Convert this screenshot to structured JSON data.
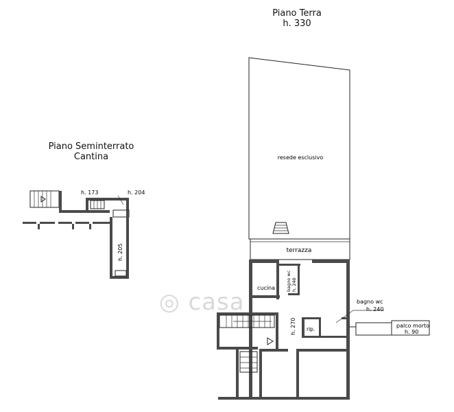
{
  "ground_floor": {
    "title": "Piano Terra",
    "height": "h. 330",
    "rooms": {
      "garden": "resede esclusivo",
      "terrace": "terrazza",
      "kitchen": "cucina",
      "bath1_name": "bagno wc",
      "bath1_height": "h. 240",
      "bath2_name": "bagno wc",
      "bath2_height": "h. 240",
      "storage": "rip.",
      "hall_height": "h. 270",
      "loft_name": "palco morto",
      "loft_height": "h. 90"
    }
  },
  "basement": {
    "title_line1": "Piano Seminterrato",
    "title_line2": "Cantina",
    "heights": {
      "a": "h. 173",
      "b": "h. 204",
      "c": "h. 205"
    }
  },
  "watermark": "casa"
}
